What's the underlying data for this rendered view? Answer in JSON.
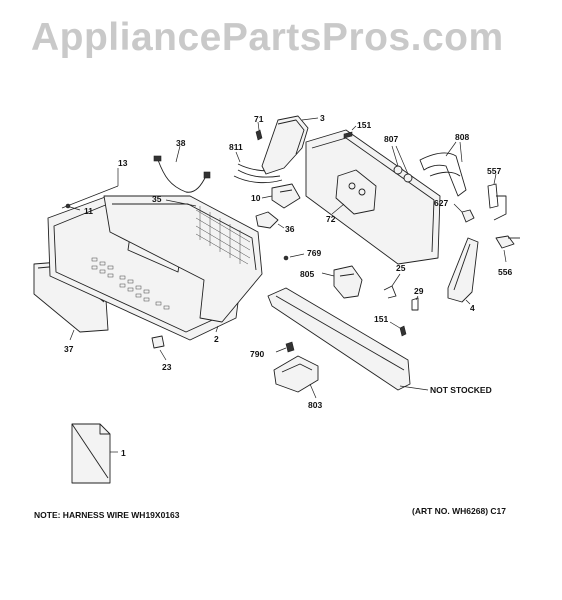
{
  "watermark": "AppliancePartsPros.com",
  "note": "NOTE: HARNESS WIRE WH19X0163",
  "art_no": "(ART NO. WH6268) C17",
  "not_stocked": "NOT STOCKED",
  "callouts": {
    "c1": "1",
    "c2": "2",
    "c3": "3",
    "c4": "4",
    "c10": "10",
    "c11": "11",
    "c13": "13",
    "c23": "23",
    "c25": "25",
    "c29": "29",
    "c35": "35",
    "c36": "36",
    "c37": "37",
    "c38": "38",
    "c71": "71",
    "c72": "72",
    "c151a": "151",
    "c151b": "151",
    "c556": "556",
    "c557": "557",
    "c627": "627",
    "c769": "769",
    "c790": "790",
    "c803": "803",
    "c805": "805",
    "c807": "807",
    "c808": "808",
    "c811": "811"
  }
}
